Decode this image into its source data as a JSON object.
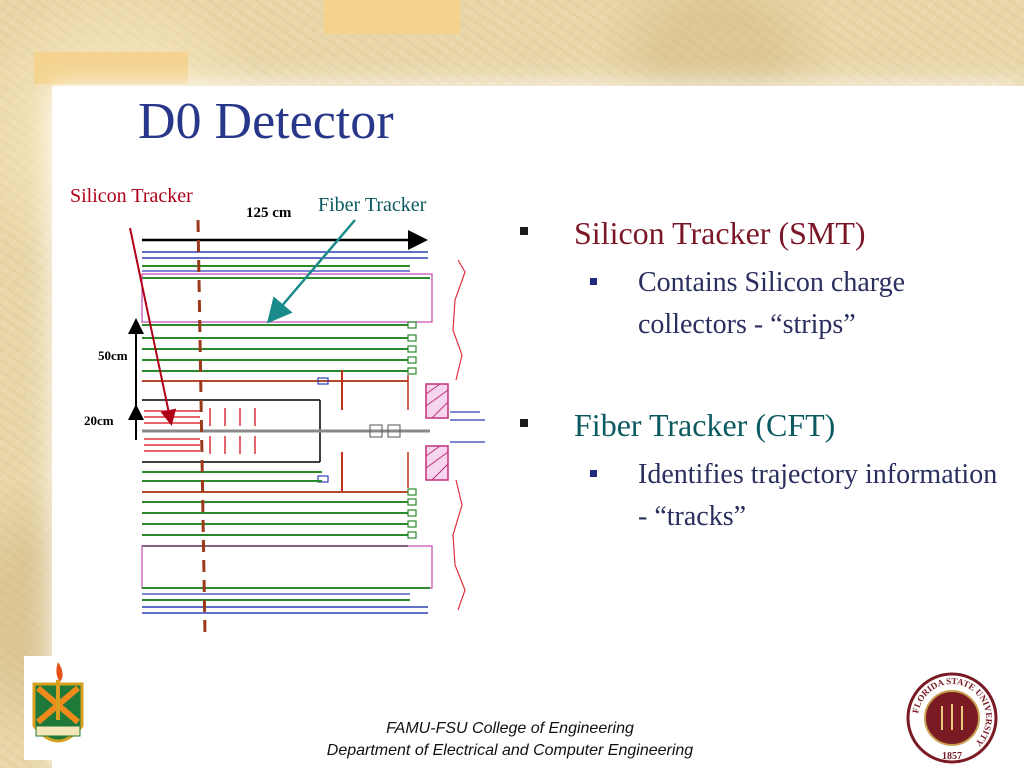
{
  "slide": {
    "title": "D0 Detector",
    "colors": {
      "title": "#28378a",
      "bullet_red": "#7a1626",
      "bullet_teal": "#0b5a60",
      "sub_text": "#2a2f5f"
    }
  },
  "diagram": {
    "label_silicon": "Silicon Tracker",
    "label_fiber": "Fiber Tracker",
    "dim_125": "125 cm",
    "dim_50": "50cm",
    "dim_20": "20cm"
  },
  "bullets": [
    {
      "text": "Silicon Tracker (SMT)",
      "sub": "Contains Silicon charge collectors - “strips”"
    },
    {
      "text": "Fiber Tracker (CFT)",
      "sub": "Identifies trajectory information - “tracks”"
    }
  ],
  "footer": {
    "line1": "FAMU-FSU College of Engineering",
    "line2": "Department of Electrical and Computer Engineering"
  },
  "seal": {
    "ring_text": "FLORIDA STATE UNIVERSITY",
    "year": "1857"
  },
  "icons": {
    "left_logo": "famu-crest-icon",
    "right_logo": "fsu-seal-icon"
  }
}
